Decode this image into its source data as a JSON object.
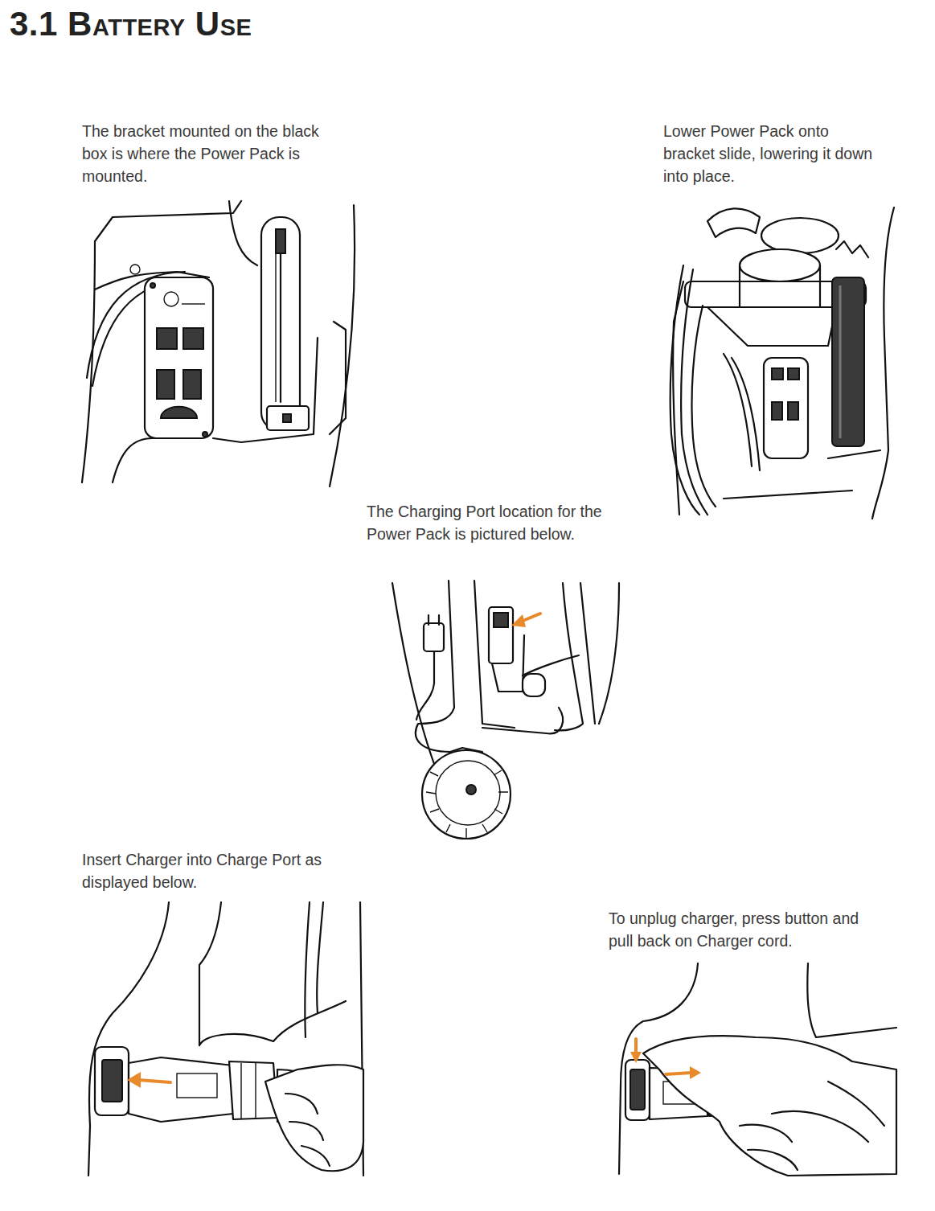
{
  "diagram": {
    "title": "3.1 Battery Use",
    "labels": [
      "The bracket mounted on the black box is where the Power Pack is mounted.",
      "Lower Power Pack onto bracket slide, lowering it down into place.",
      "The Charging Port location for the Power Pack is pictured below.",
      "Insert Charger into Charge Port as displayed below.",
      "To unplug charger, press button and pull back on Charger cord."
    ]
  }
}
